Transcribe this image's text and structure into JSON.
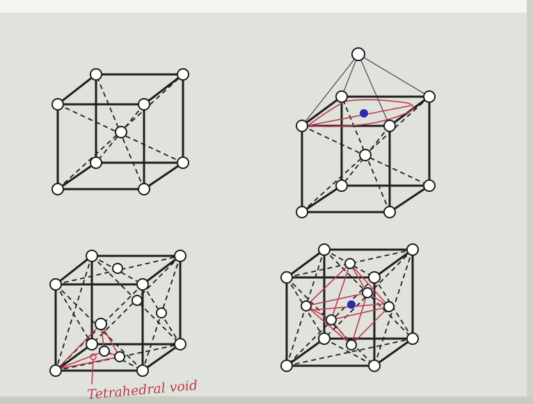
{
  "panels": [
    {
      "id": "bcc"
    },
    {
      "id": "bcc-octahedral-void",
      "marker_color": "#2b2aa8"
    },
    {
      "id": "fcc-tetrahedral-void",
      "annotation_color": "#c1394f"
    },
    {
      "id": "fcc-octahedral-void",
      "marker_color": "#2b2aa8",
      "annotation_color": "#c1394f"
    }
  ],
  "annotations": {
    "tetrahedral_label": "Tetrahedral void"
  },
  "colors": {
    "background": "#dfe3dc",
    "atom_fill": "#ffffff",
    "lines": "#1e1e1e",
    "pen_red": "#c1394f",
    "void_marker": "#2b2aa8"
  }
}
